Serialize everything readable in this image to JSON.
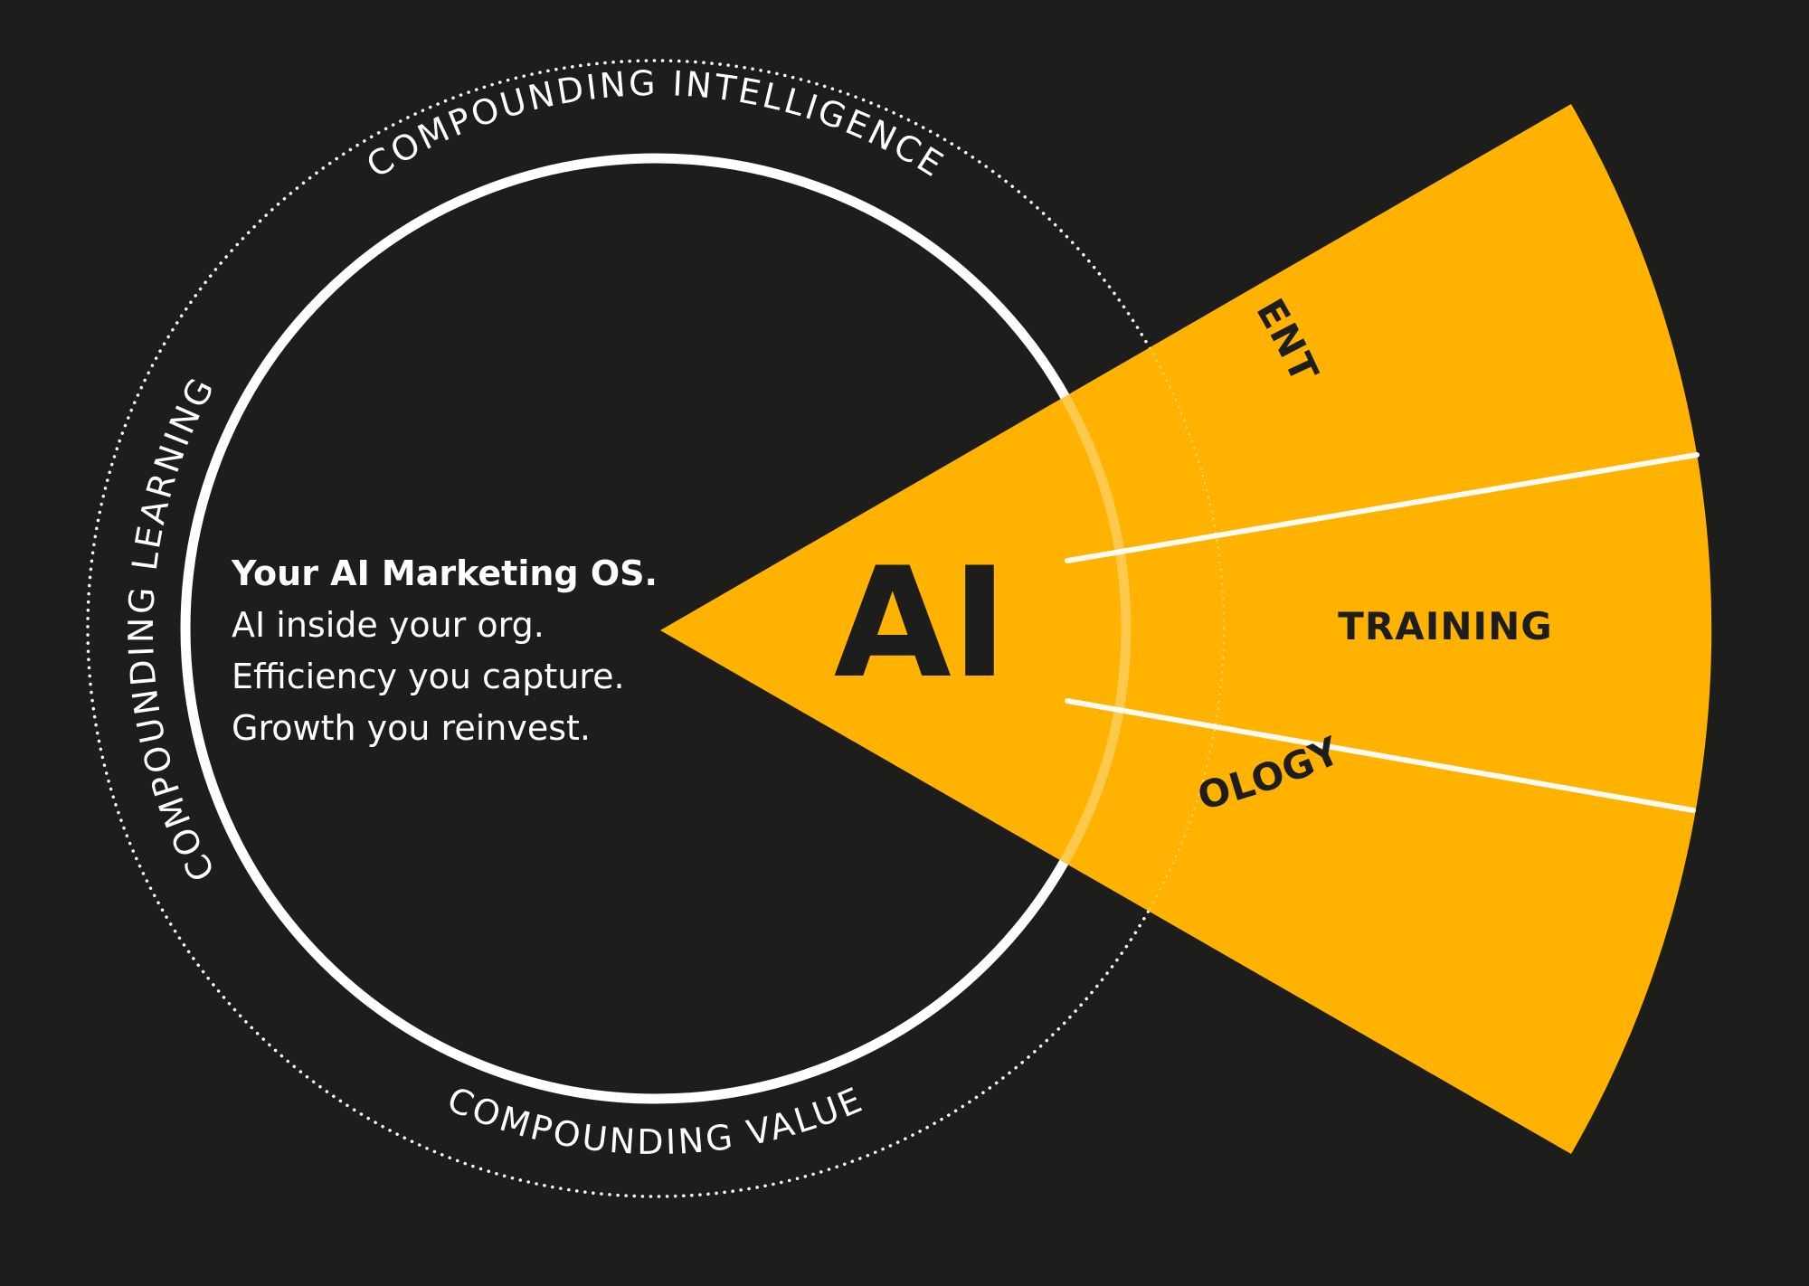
{
  "colors": {
    "background": "#1d1d1c",
    "accent": "#ffb200",
    "ring": "#ffffff",
    "dark_text": "#1d1d1c"
  },
  "outer_ring": {
    "top_label": "COMPOUNDING INTELLIGENCE",
    "left_label": "COMPOUNDING LEARNING",
    "bottom_label": "COMPOUNDING VALUE"
  },
  "center": {
    "headline": "Your AI Marketing OS.",
    "lines": [
      "AI inside your org.",
      "Efficiency you capture.",
      "Growth you reinvest."
    ]
  },
  "core_label": "AI",
  "segments": [
    {
      "label": "TALENT"
    },
    {
      "label": "TRAINING"
    },
    {
      "label": "TECHNOLOGY"
    }
  ]
}
